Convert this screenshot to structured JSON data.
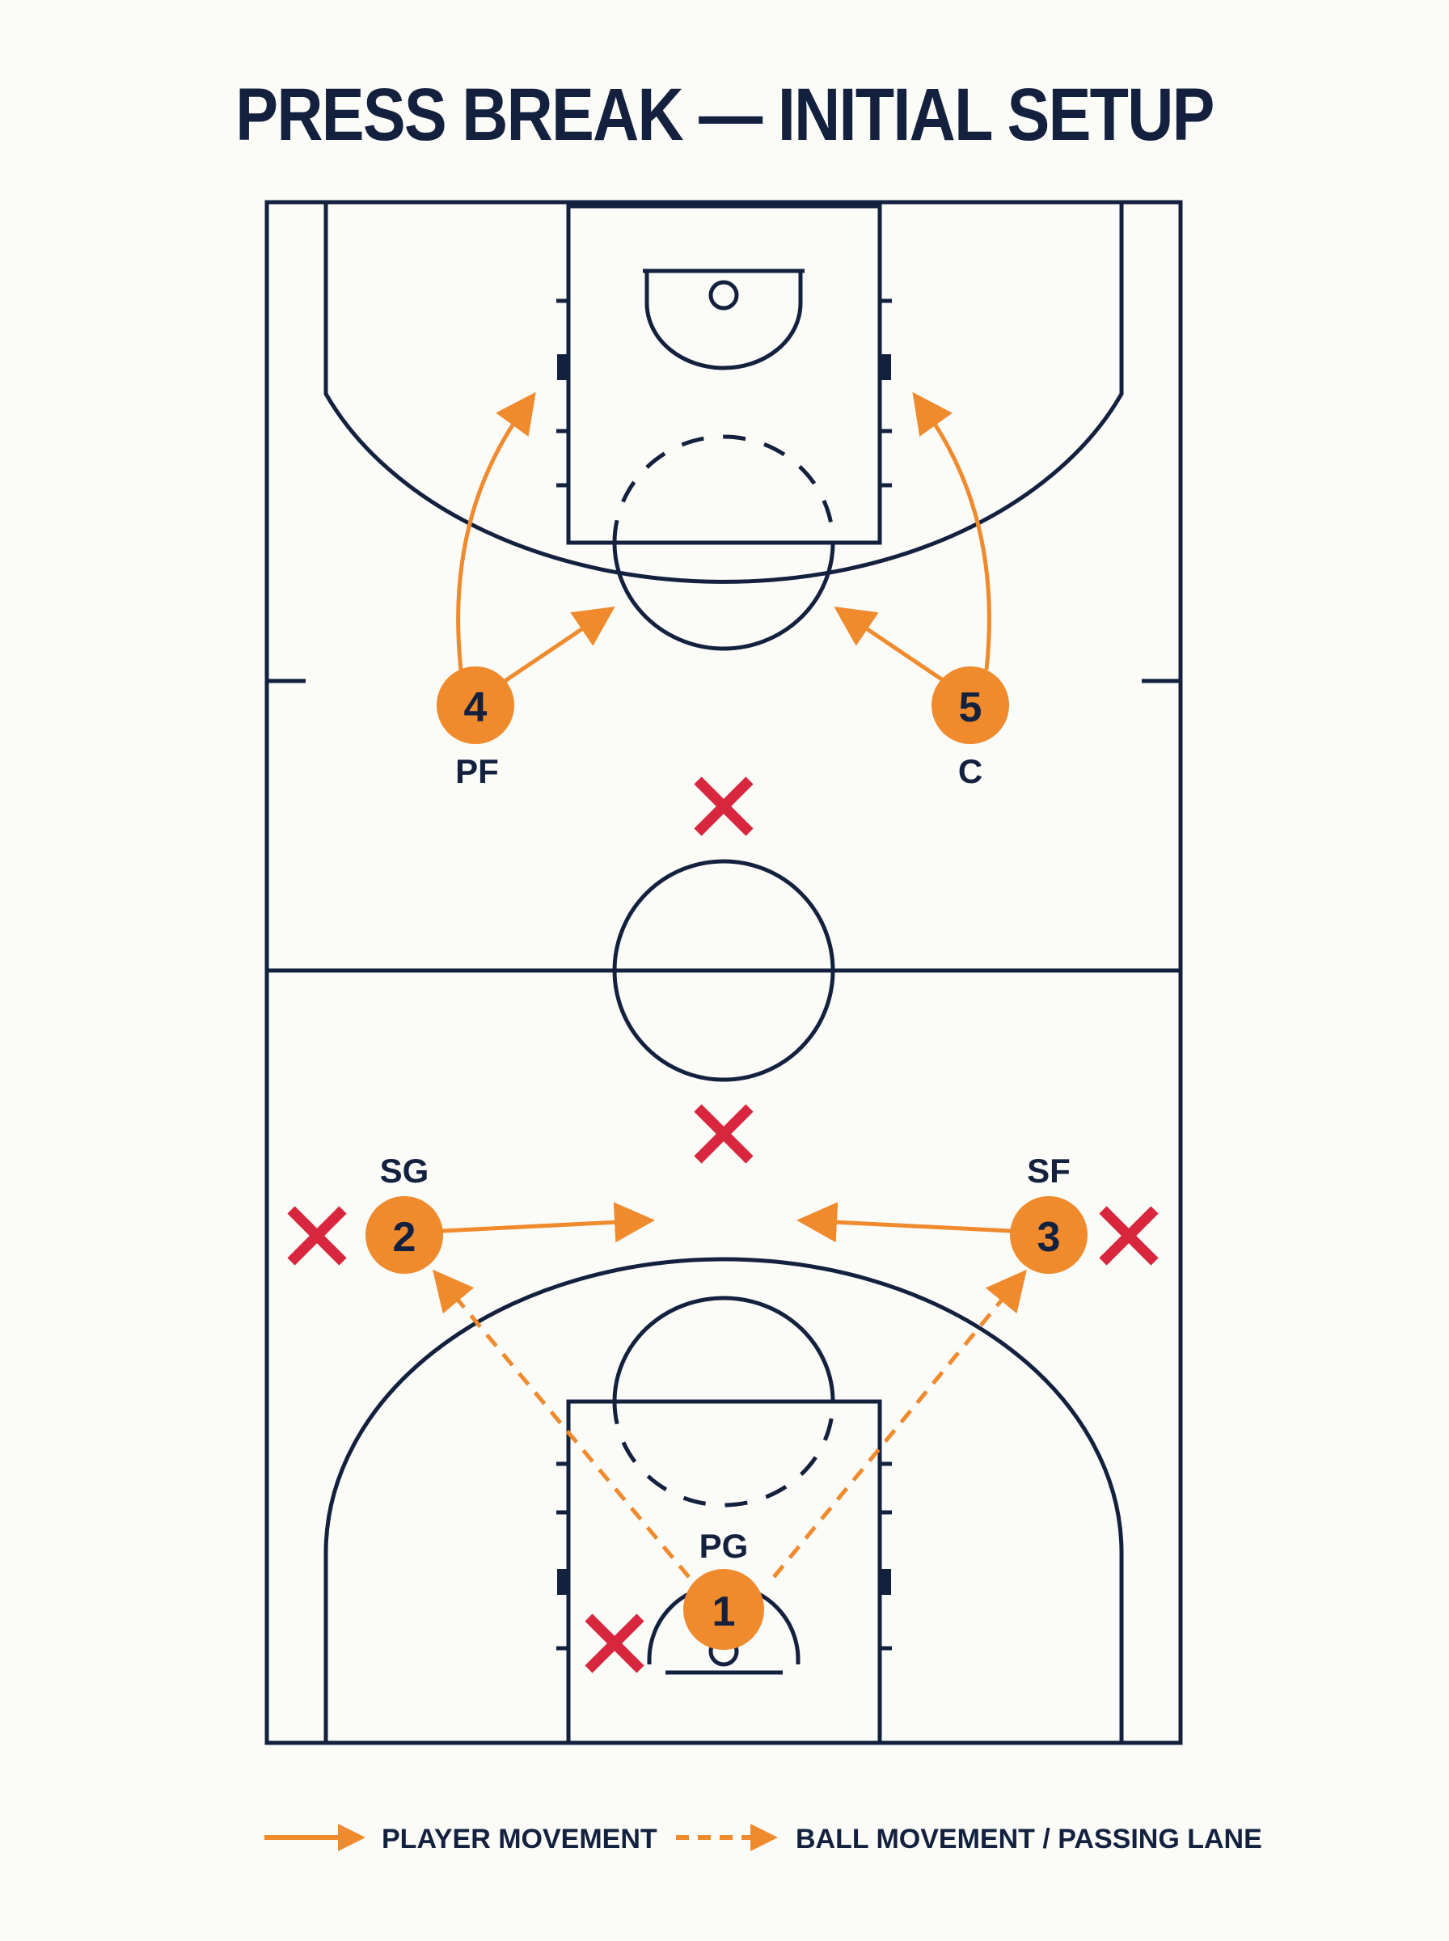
{
  "title": "PRESS BREAK — INITIAL SETUP",
  "colors": {
    "court_line": "#13213f",
    "player": "#ef8a2d",
    "arrow": "#ef8a2d",
    "defender": "#d7263d",
    "background": "#fbfbf8"
  },
  "players": [
    {
      "number": "1",
      "position": "PG"
    },
    {
      "number": "2",
      "position": "SG"
    },
    {
      "number": "3",
      "position": "SF"
    },
    {
      "number": "4",
      "position": "PF"
    },
    {
      "number": "5",
      "position": "C"
    }
  ],
  "defender_count": 5,
  "legend": {
    "player_movement": "PLAYER MOVEMENT",
    "ball_movement": "BALL MOVEMENT / PASSING LANE"
  }
}
